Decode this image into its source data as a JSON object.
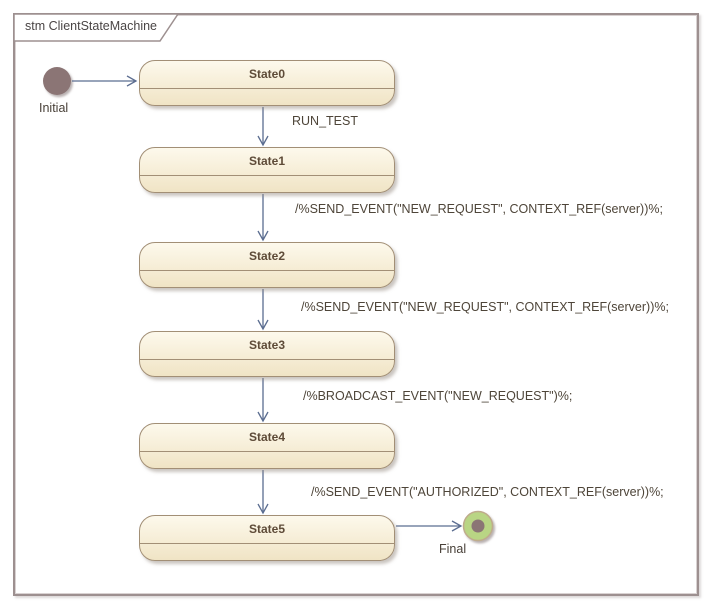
{
  "diagram": {
    "type": "uml-state-machine",
    "frame_label": "stm ClientStateMachine",
    "initial_label": "Initial",
    "final_label": "Final"
  },
  "states": [
    {
      "name": "State0"
    },
    {
      "name": "State1"
    },
    {
      "name": "State2"
    },
    {
      "name": "State3"
    },
    {
      "name": "State4"
    },
    {
      "name": "State5"
    }
  ],
  "transitions": [
    {
      "from": "Initial",
      "to": "State0",
      "label": ""
    },
    {
      "from": "State0",
      "to": "State1",
      "label": "RUN_TEST"
    },
    {
      "from": "State1",
      "to": "State2",
      "label": "/%SEND_EVENT(\"NEW_REQUEST\", CONTEXT_REF(server))%;"
    },
    {
      "from": "State2",
      "to": "State3",
      "label": "/%SEND_EVENT(\"NEW_REQUEST\", CONTEXT_REF(server))%;"
    },
    {
      "from": "State3",
      "to": "State4",
      "label": "/%BROADCAST_EVENT(\"NEW_REQUEST\")%;"
    },
    {
      "from": "State4",
      "to": "State5",
      "label": "/%SEND_EVENT(\"AUTHORIZED\", CONTEXT_REF(server))%;"
    },
    {
      "from": "State5",
      "to": "Final",
      "label": ""
    }
  ],
  "colors": {
    "state_fill_top": "#fdf9ec",
    "state_fill_bottom": "#f0e4c5",
    "state_border": "#a28f76",
    "state_text": "#5e4b38",
    "arrow": "#5b6d90",
    "initial_fill": "#8b7474",
    "final_ring_fill": "#b9d584",
    "final_ring_border": "#bfac8c",
    "final_dot": "#8b7474",
    "frame_border": "#9d9090",
    "label_text": "#4e4539"
  }
}
